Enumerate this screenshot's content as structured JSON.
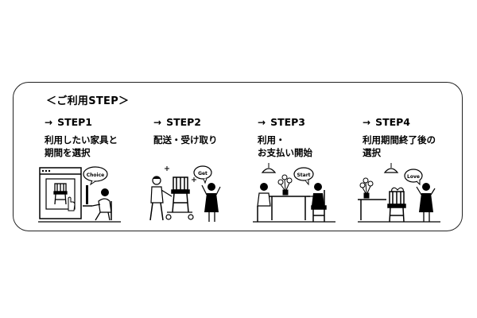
{
  "guide": {
    "title": "＜ご利用STEP＞"
  },
  "steps": [
    {
      "label": "STEP1",
      "desc_line1": "利用したい家具と",
      "desc_line2": "期間を選択",
      "bubble": "Choice"
    },
    {
      "label": "STEP2",
      "desc_line1": "配送・受け取り",
      "desc_line2": "",
      "bubble": "Get"
    },
    {
      "label": "STEP3",
      "desc_line1": "利用・",
      "desc_line2": "お支払い開始",
      "bubble": "Start"
    },
    {
      "label": "STEP4",
      "desc_line1": "利用期間終了後の",
      "desc_line2": "選択",
      "bubble": "Love"
    }
  ],
  "icons": {
    "arrow": "→"
  }
}
